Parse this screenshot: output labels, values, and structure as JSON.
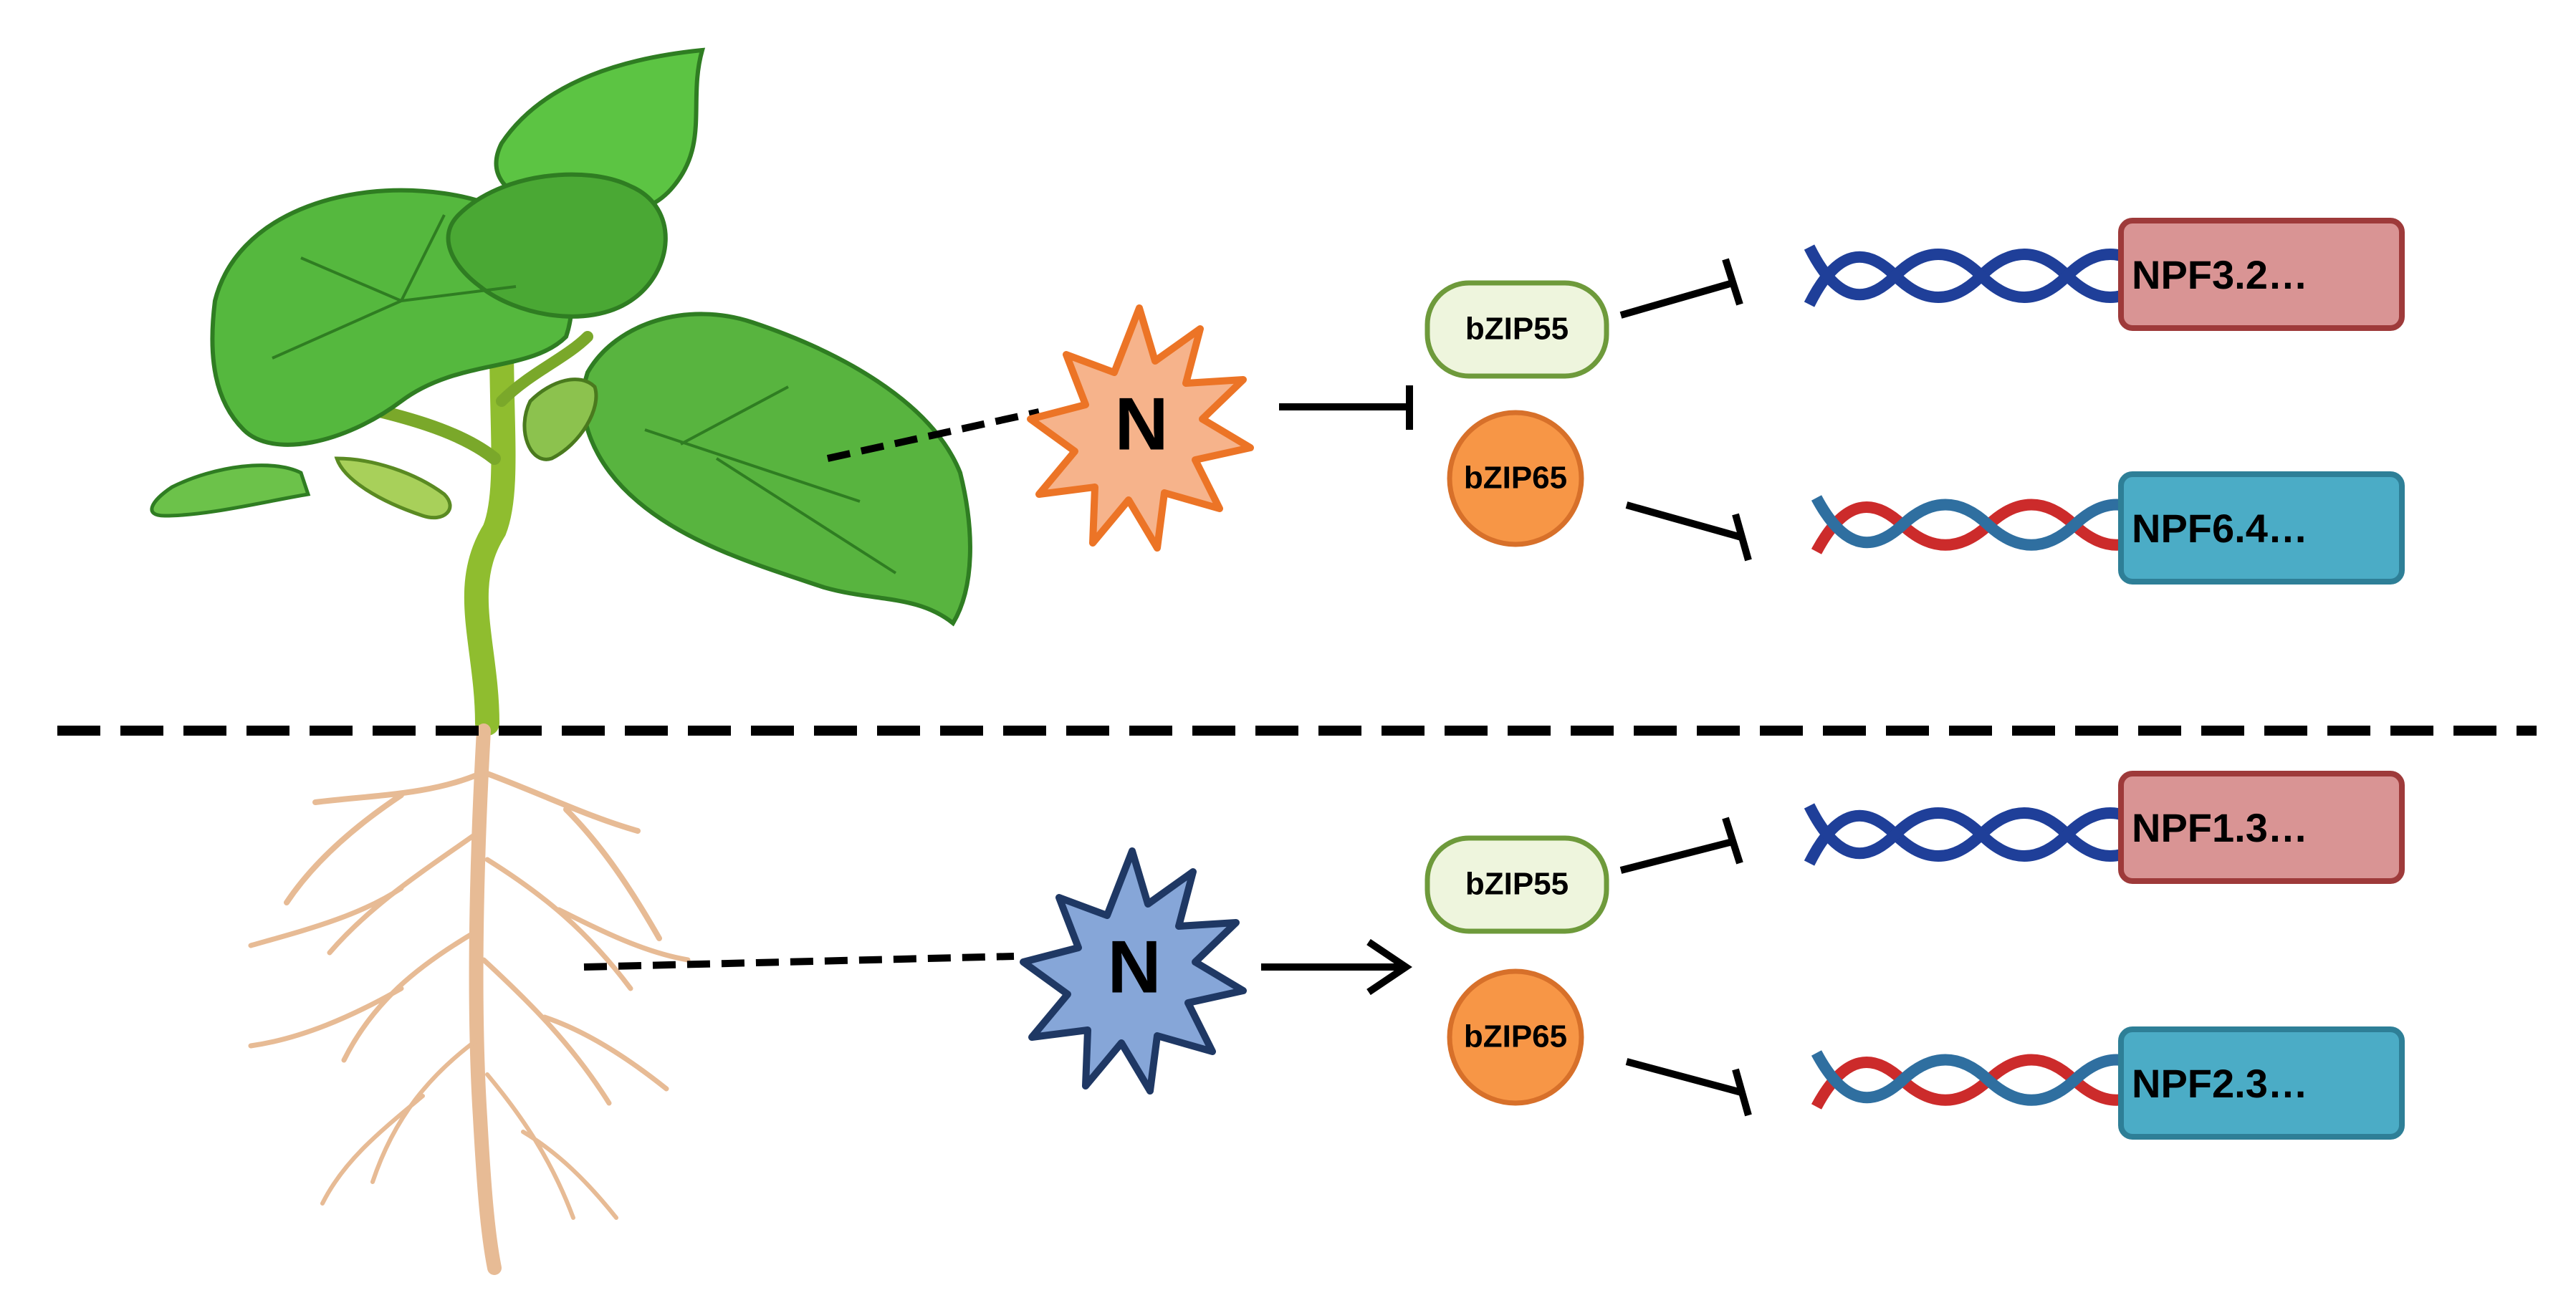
{
  "colors": {
    "leaf": "#55b83e",
    "leaf_dark": "#2f7d22",
    "stem": "#8fbd2f",
    "root": "#e7bb95",
    "n_shoot_fill": "#f6b38b",
    "n_shoot_stroke": "#ec7426",
    "n_root_fill": "#86a6d8",
    "n_root_stroke": "#1f3864",
    "bzip55_fill": "#eef5dd",
    "bzip55_stroke": "#6e9a3b",
    "bzip65_fill": "#f79646",
    "bzip65_stroke": "#d7702a",
    "npf_red_fill": "#d99494",
    "npf_red_stroke": "#9e3a3a",
    "npf_blue_fill": "#4bacc6",
    "npf_blue_stroke": "#2e7f97",
    "dna_dark_blue": "#1f3f99",
    "dna_red": "#cc2b2b",
    "dna_light_blue": "#2f6fa0",
    "line": "#000000"
  },
  "icons": [
    "cucumber-seedling-icon",
    "root-system-icon",
    "starburst-icon",
    "dna-helix-icon",
    "inhibition-arrow-icon",
    "activation-arrow-icon"
  ],
  "shoot": {
    "nitrogen_label": "N",
    "regulation": "inhibition",
    "tf_top_label": "bZIP55",
    "tf_bottom_label": "bZIP65",
    "gene_top_label": "NPF3.2…",
    "gene_bottom_label": "NPF6.4…"
  },
  "root": {
    "nitrogen_label": "N",
    "regulation": "activation",
    "tf_top_label": "bZIP55",
    "tf_bottom_label": "bZIP65",
    "gene_top_label": "NPF1.3…",
    "gene_bottom_label": "NPF2.3…"
  }
}
